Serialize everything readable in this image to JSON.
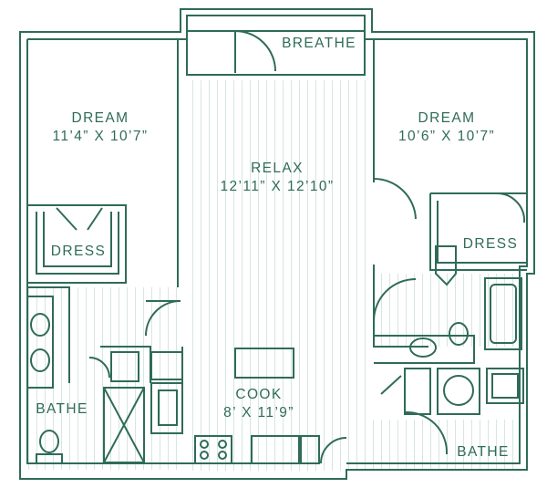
{
  "colors": {
    "wall": "#2f6b59",
    "fill": "#ffffff",
    "floor_line": "#cfe0da"
  },
  "rooms": {
    "breathe": {
      "name": "BREATHE"
    },
    "dream_left": {
      "name": "DREAM",
      "dims": "11’4” X 10’7”"
    },
    "dream_right": {
      "name": "DREAM",
      "dims": "10’6” X 10’7”"
    },
    "relax": {
      "name": "RELAX",
      "dims": "12’11” X 12’10”"
    },
    "dress_left": {
      "name": "DRESS"
    },
    "dress_right": {
      "name": "DRESS"
    },
    "cook": {
      "name": "COOK",
      "dims": "8’ X 11’9”"
    },
    "bathe_left": {
      "name": "BATHE"
    },
    "bathe_right": {
      "name": "BATHE"
    }
  }
}
